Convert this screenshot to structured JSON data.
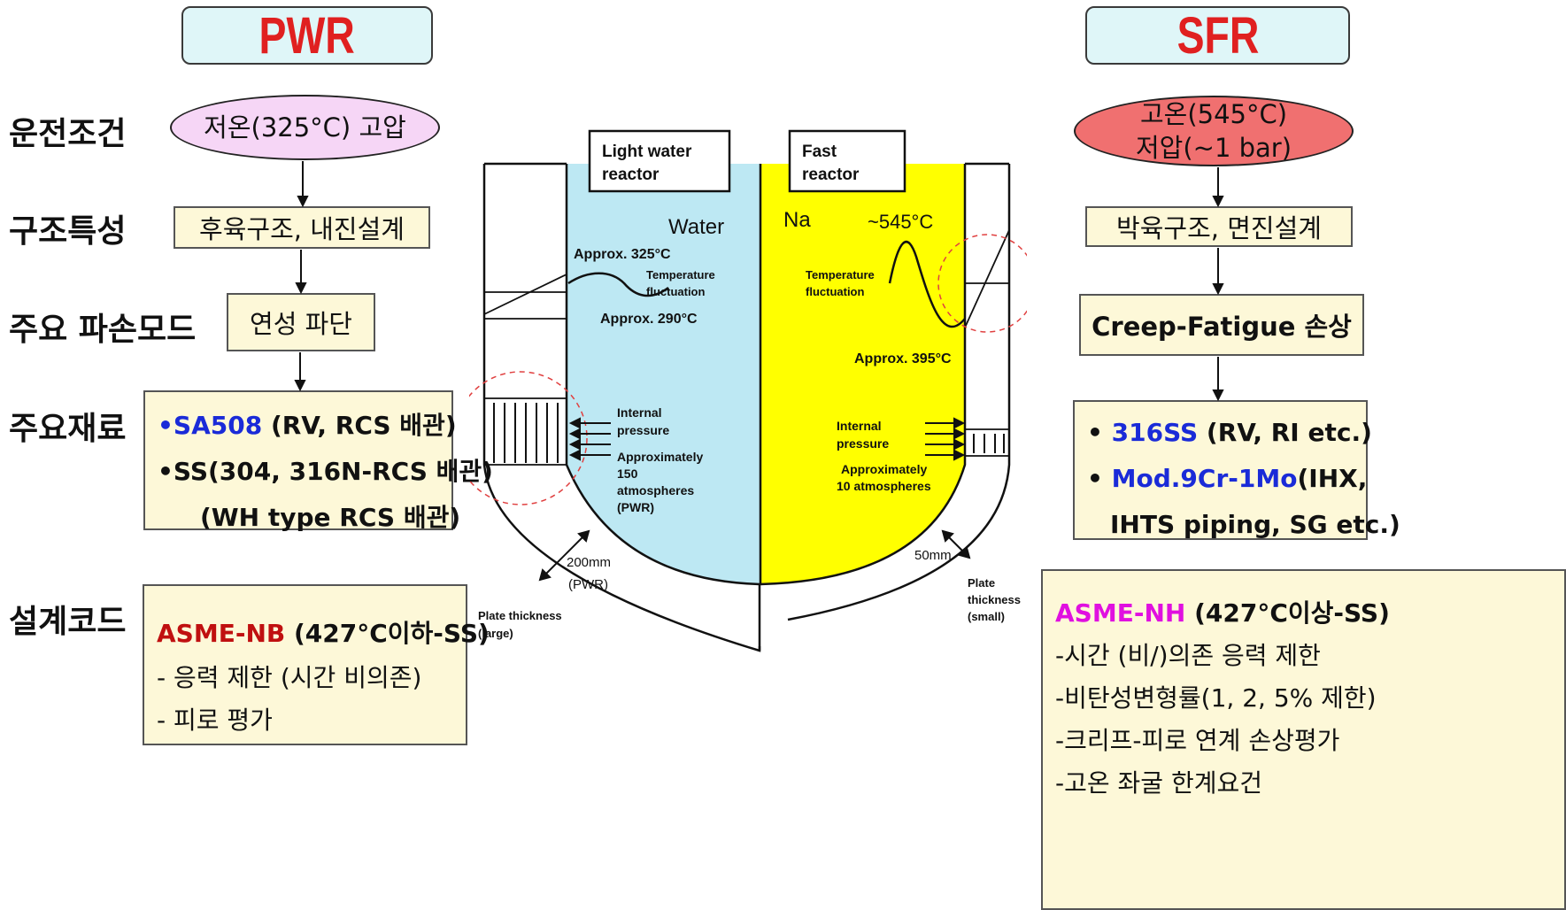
{
  "titles": {
    "pwr": "PWR",
    "sfr": "SFR"
  },
  "rows": {
    "operating": "운전조건",
    "structure": "구조특성",
    "failure": "주요 파손모드",
    "materials": "주요재료",
    "code": "설계코드"
  },
  "pwr": {
    "operating_text": "저온(325°C) 고압",
    "structure": "후육구조, 내진설계",
    "failure": "연성 파단",
    "materials": [
      {
        "prefix": "•",
        "highlight": "SA508",
        "rest": " (RV, RCS 배관)"
      },
      {
        "prefix": "•",
        "highlight": "",
        "rest": "SS(304, 316N-RCS 배관)"
      },
      {
        "prefix": "",
        "highlight": "",
        "rest": "(WH type RCS 배관)"
      }
    ],
    "code_name": "ASME-NB",
    "code_rest": " (427°C이하-SS)",
    "code_items": [
      "- 응력 제한 (시간 비의존)",
      "- 피로 평가"
    ]
  },
  "sfr": {
    "operating_line1": "고온(545°C)",
    "operating_line2": "저압(~1 bar)",
    "structure": "박육구조, 면진설계",
    "failure": "Creep-Fatigue 손상",
    "materials": [
      {
        "prefix": "• ",
        "highlight": "316SS",
        "rest": " (RV, RI etc.)"
      },
      {
        "prefix": "• ",
        "highlight": "Mod.9Cr-1Mo",
        "rest": "(IHX,"
      },
      {
        "prefix": "",
        "highlight": "",
        "rest": "IHTS piping, SG etc.)"
      }
    ],
    "code_name": "ASME-NH",
    "code_rest": " (427°C이상-SS)",
    "code_items": [
      "-시간 (비/)의존 응력 제한",
      "-비탄성변형률(1, 2, 5% 제한)",
      "-크리프-피로 연계 손상평가",
      "-고온 좌굴 한계요건"
    ]
  },
  "diagram": {
    "lwr_box": [
      "Light water",
      "reactor"
    ],
    "fast_box": [
      "Fast",
      "reactor"
    ],
    "water": "Water",
    "na": "Na",
    "t545": "~545°C",
    "t325": "Approx. 325°C",
    "t290": "Approx. 290°C",
    "t395": "Approx. 395°C",
    "temp_fluct": [
      "Temperature",
      "fluctuation"
    ],
    "pwr_pressure": [
      "Internal",
      "pressure",
      "Approximately",
      "150",
      "atmospheres",
      "(PWR)"
    ],
    "sfr_pressure": [
      "Internal",
      "pressure",
      "Approximately",
      "10 atmospheres"
    ],
    "t200": [
      "200mm",
      "(PWR)"
    ],
    "t50": "50mm",
    "plate_large": [
      "Plate thickness",
      "(large)"
    ],
    "plate_small": [
      "Plate",
      "thickness",
      "(small)"
    ],
    "colors": {
      "water": "#bde8f3",
      "sodium": "#ffff00",
      "title_red": "#e02020"
    }
  }
}
